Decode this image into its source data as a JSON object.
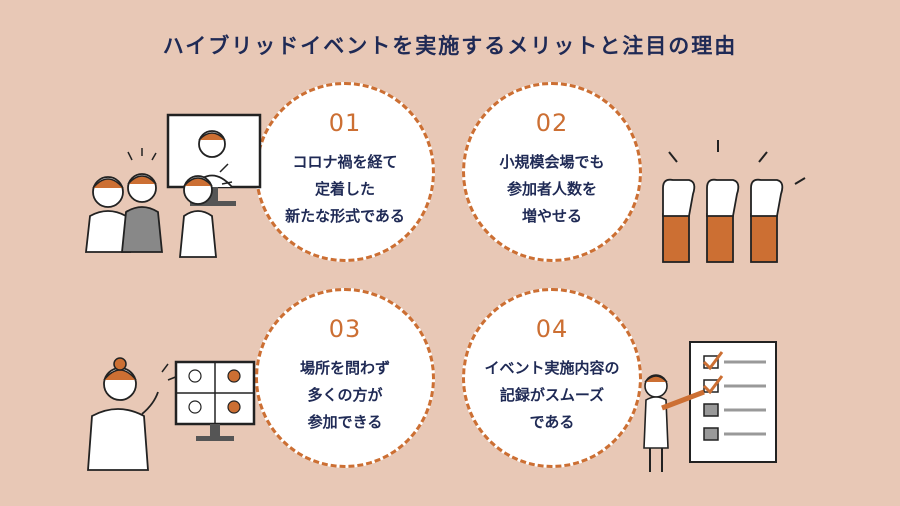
{
  "title": "ハイブリッドイベントを実施するメリットと注目の理由",
  "cards": [
    {
      "number": "01",
      "lines": [
        "コロナ禍を経て",
        "定着した",
        "新たな形式である"
      ]
    },
    {
      "number": "02",
      "lines": [
        "小規模会場でも",
        "参加者人数を",
        "増やせる"
      ]
    },
    {
      "number": "03",
      "lines": [
        "場所を問わず",
        "多くの方が",
        "参加できる"
      ]
    },
    {
      "number": "04",
      "lines": [
        "イベント実施内容の",
        "記録がスムーズ",
        "である"
      ]
    }
  ],
  "colors": {
    "background": "#e8c8b6",
    "accent": "#cc6f33",
    "text": "#1f2a55",
    "highlight": "#f4df78"
  },
  "illustrations": [
    "online-meeting-illustration",
    "raised-hands-illustration",
    "video-call-illustration",
    "checklist-illustration"
  ]
}
